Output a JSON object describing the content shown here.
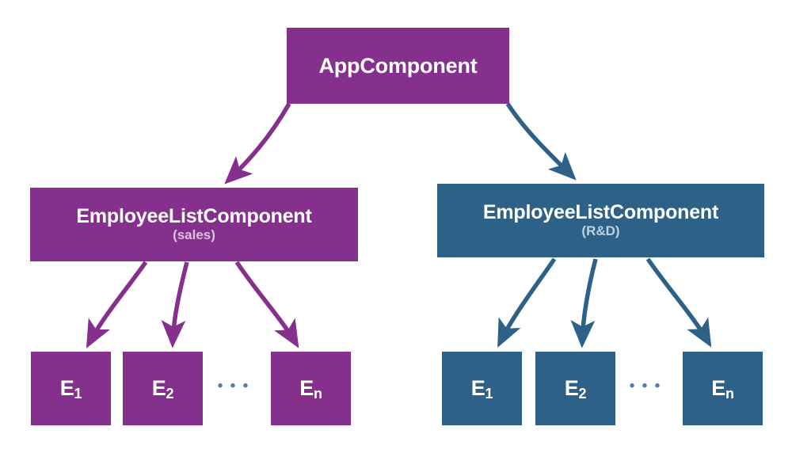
{
  "diagram": {
    "title": "Angular component tree with two EmployeeListComponent instances",
    "colors": {
      "purple": "#86308E",
      "blue": "#2E6187",
      "purple_subtitle": "#D9C2DD",
      "blue_subtitle": "#BFD1DF",
      "ellipsis": "#5B7A9B",
      "background": "#FFFFFF",
      "node_label": "#FFFFFF"
    },
    "nodes": {
      "root": {
        "label": "AppComponent",
        "subtitle": "",
        "color": "purple"
      },
      "list_sales": {
        "label": "EmployeeListComponent",
        "subtitle": "(sales)",
        "color": "purple"
      },
      "list_rnd": {
        "label": "EmployeeListComponent",
        "subtitle": "(R&D)",
        "color": "blue"
      },
      "employees_sales": [
        {
          "label": "E",
          "index": "1",
          "color": "purple"
        },
        {
          "label": "E",
          "index": "2",
          "color": "purple"
        },
        {
          "label": "E",
          "index": "n",
          "color": "purple"
        }
      ],
      "employees_rnd": [
        {
          "label": "E",
          "index": "1",
          "color": "blue"
        },
        {
          "label": "E",
          "index": "2",
          "color": "blue"
        },
        {
          "label": "E",
          "index": "n",
          "color": "blue"
        }
      ]
    },
    "ellipsis": {
      "left": "• • •",
      "right": "• • •"
    },
    "edges": [
      {
        "from": "root",
        "to": "list_sales",
        "color": "purple"
      },
      {
        "from": "root",
        "to": "list_rnd",
        "color": "blue"
      },
      {
        "from": "list_sales",
        "to": "employees_sales.0",
        "color": "purple"
      },
      {
        "from": "list_sales",
        "to": "employees_sales.1",
        "color": "purple"
      },
      {
        "from": "list_sales",
        "to": "employees_sales.2",
        "color": "purple"
      },
      {
        "from": "list_rnd",
        "to": "employees_rnd.0",
        "color": "blue"
      },
      {
        "from": "list_rnd",
        "to": "employees_rnd.1",
        "color": "blue"
      },
      {
        "from": "list_rnd",
        "to": "employees_rnd.2",
        "color": "blue"
      }
    ]
  }
}
